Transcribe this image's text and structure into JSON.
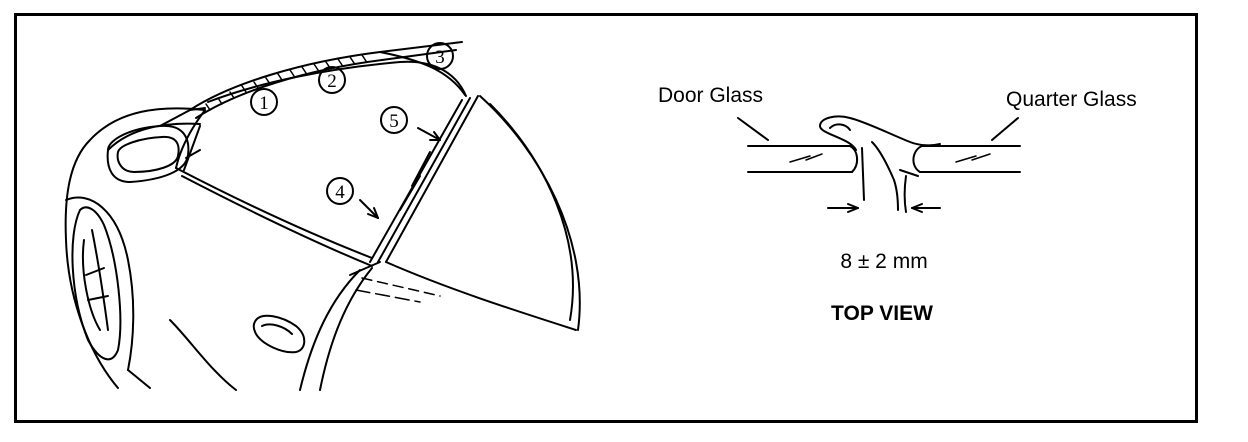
{
  "callouts": [
    "1",
    "2",
    "3",
    "4",
    "5"
  ],
  "labels": {
    "door_glass": "Door Glass",
    "quarter_glass": "Quarter Glass",
    "dimension": "8 ± 2 mm",
    "view": "TOP VIEW"
  },
  "colors": {
    "ink": "#000000",
    "background": "#ffffff"
  }
}
